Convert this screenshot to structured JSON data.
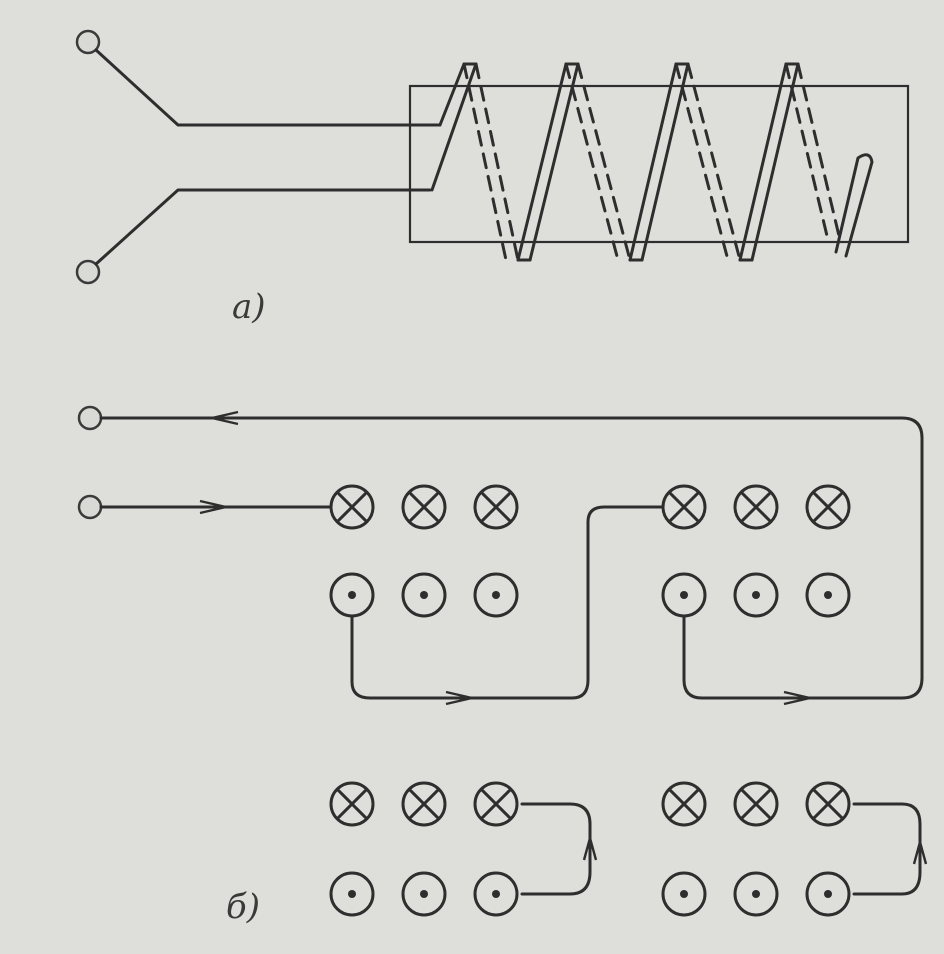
{
  "labels": {
    "a": "a)",
    "b": "б)"
  },
  "legend_symbols": {
    "current_into_page": "cross-in-circle-icon",
    "current_out_of_page": "dot-in-circle-icon"
  },
  "conductor_groups": [
    {
      "id": "upper-left",
      "into_count": 3,
      "out_count": 3
    },
    {
      "id": "upper-right",
      "into_count": 3,
      "out_count": 3
    },
    {
      "id": "lower-left",
      "into_count": 3,
      "out_count": 3
    },
    {
      "id": "lower-right",
      "into_count": 3,
      "out_count": 3
    }
  ]
}
